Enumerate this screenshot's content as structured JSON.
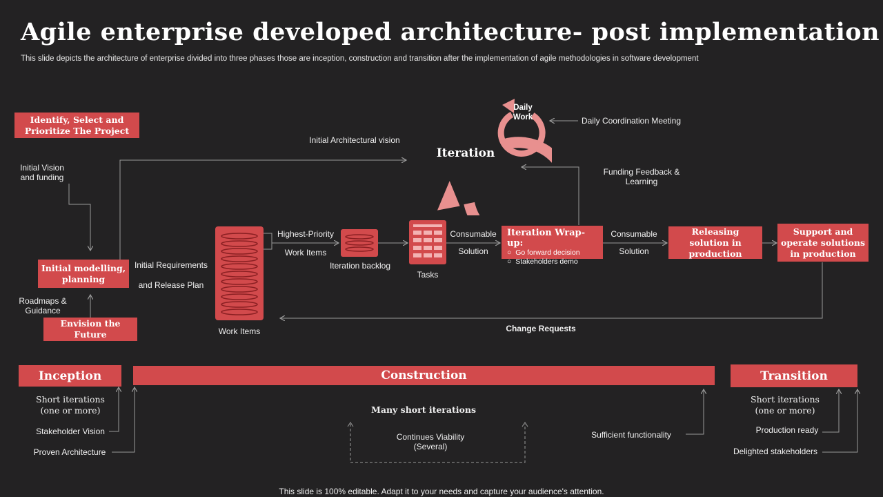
{
  "title": "Agile enterprise developed architecture- post implementation",
  "subtitle": "This slide depicts the architecture of enterprise divided into three phases those are inception, construction and transition after the implementation of agile methodologies in software development",
  "boxes": {
    "identify": "Identify, Select and Prioritize The Project",
    "modelling": "Initial modelling, planning",
    "envision": "Envision the Future",
    "releasing": "Releasing solution in production",
    "support": "Support and operate solutions in production"
  },
  "wrapup": {
    "title": "Iteration Wrap-up:",
    "items": [
      "Go forward decision",
      "Stakeholders demo"
    ]
  },
  "labels": {
    "initial_vision": "Initial Vision and funding",
    "roadmaps": "Roadmaps & Guidance",
    "initial_requirements": "Initial Requirements",
    "release_plan": "and Release Plan",
    "work_items": "Work Items",
    "highest_priority": "Highest-Priority",
    "hp_work_items": "Work Items",
    "iteration_backlog": "Iteration backlog",
    "tasks": "Tasks",
    "consumable1": "Consumable",
    "solution1": "Solution",
    "consumable2": "Consumable",
    "solution2": "Solution",
    "initial_arch_vision": "Initial Architectural vision",
    "iteration": "Iteration",
    "daily_work": "Daily Work",
    "daily_meeting": "Daily Coordination Meeting",
    "funding_feedback": "Funding Feedback & Learning",
    "change_requests": "Change Requests"
  },
  "phases": {
    "inception": {
      "label": "Inception",
      "short_iterations": "Short iterations (one or more)",
      "stakeholder_vision": "Stakeholder Vision",
      "proven_architecture": "Proven Architecture"
    },
    "construction": {
      "label": "Construction",
      "many_short": "Many short iterations",
      "continues_viability": "Continues Viability (Several)",
      "sufficient": "Sufficient functionality"
    },
    "transition": {
      "label": "Transition",
      "short_iterations": "Short iterations (one or more)",
      "production_ready": "Production ready",
      "delighted": "Delighted stakeholders"
    }
  },
  "footer": "This slide is 100% editable. Adapt it to your needs and capture your audience's attention.",
  "colors": {
    "accent": "#d24a4c",
    "cycle": "#e8908f",
    "background": "#232223"
  }
}
